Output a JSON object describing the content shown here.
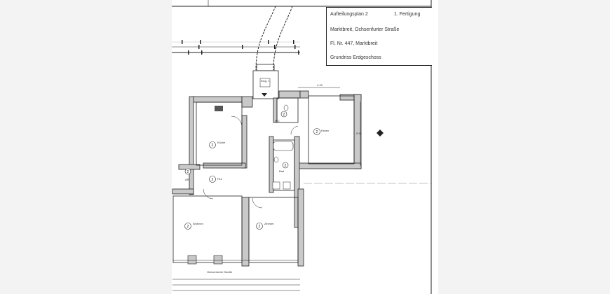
{
  "title_block": {
    "plan_name": "Aufteilungsplan 2",
    "version": "1. Fertigung",
    "location": "Marktbreit, Ochsenfurter Straße",
    "parcel": "Fl. Nr. 447, Marktbreit",
    "sheet": "Grundriss Erdgeschoss"
  },
  "rooms": [
    {
      "name": "Küche",
      "unit": "2"
    },
    {
      "name": "Flur",
      "unit": "2"
    },
    {
      "name": "AR",
      "unit": "2"
    },
    {
      "name": "WC",
      "unit": "2"
    },
    {
      "name": "Bad",
      "unit": "2"
    },
    {
      "name": "Essen",
      "unit": "2"
    },
    {
      "name": "Wohnen",
      "unit": "2"
    },
    {
      "name": "Zimmer",
      "unit": "2"
    }
  ],
  "street_label": "Ochsenfurter Straße",
  "entrance_label": "Eing. 1",
  "dimensions": {
    "essen_width": "4.15",
    "essen_depth": "5.90"
  },
  "colors": {
    "wall": "#c9c9c9",
    "line": "#222222",
    "page": "#ffffff",
    "background": "#f3f3f3"
  }
}
